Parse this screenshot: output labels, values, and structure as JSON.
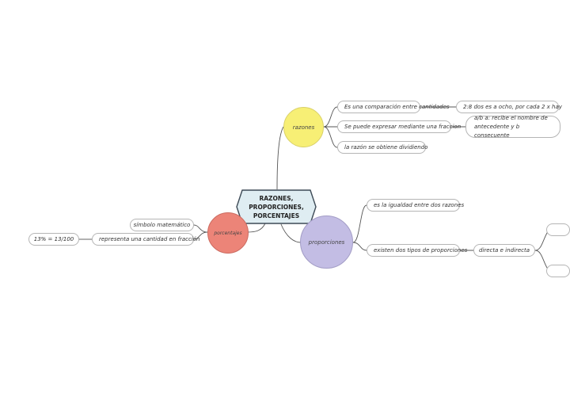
{
  "central": {
    "title": "RAZONES, PROPORCIONES, PORCENTAJES"
  },
  "razones": {
    "label": "razones",
    "items": [
      "Es una comparación entre cantidades",
      "Se puede expresar mediante una fraccion",
      "la razón se obtiene dividiendo"
    ],
    "example": "2:8 dos es a ocho, por cada 2 x hay",
    "fraction_note": "a/b a: recibe el nombre de antecedente y b consecuente"
  },
  "porcentajes": {
    "label": "porcentajes",
    "items": [
      "símbolo matemático",
      "representa una cantidad en fracción"
    ],
    "example": "13% = 13/100"
  },
  "proporciones": {
    "label": "proporciones",
    "items": [
      "es la igualdad entre dos razones",
      "existen dos tipos de proporciones"
    ],
    "types": "directa e indirecta"
  },
  "colors": {
    "razones": "#f7ef75",
    "porcentajes": "#ec8478",
    "proporciones": "#c3bde4",
    "central_fill": "#dfedf2",
    "central_border": "#3d4a56",
    "line": "#555555"
  }
}
